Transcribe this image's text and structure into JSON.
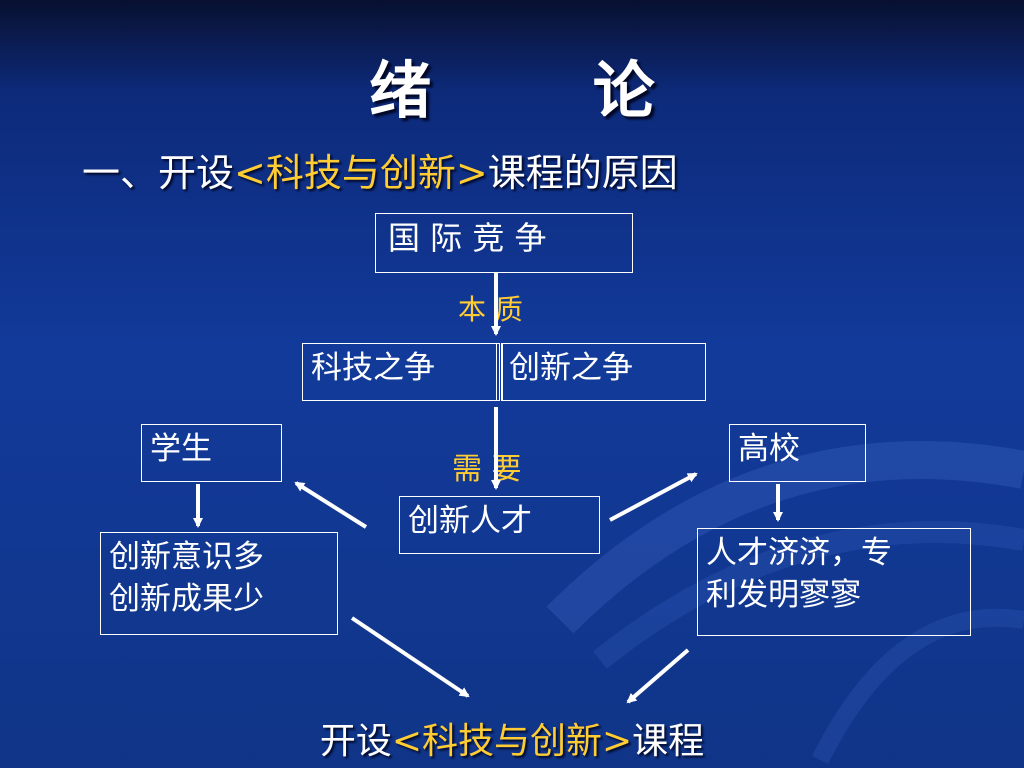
{
  "title": "绪 论",
  "heading": {
    "prefix": "一、开设",
    "highlight": "<科技与创新>",
    "suffix": "课程的原因"
  },
  "nodes": {
    "international": "国 际 竞 争",
    "tech_competition": "科技之争",
    "innovation_competition": "创新之争",
    "talent": "创新人才",
    "students": "学生",
    "universities": "高校",
    "student_outcome": [
      "创新意识多",
      "创新成果少"
    ],
    "university_outcome": [
      "人才济济，专",
      "利发明寥寥"
    ]
  },
  "labels": {
    "essence": "本 质",
    "need": "需 要"
  },
  "conclusion": {
    "prefix": "开设",
    "highlight": "<科技与创新>",
    "suffix": "课程"
  }
}
